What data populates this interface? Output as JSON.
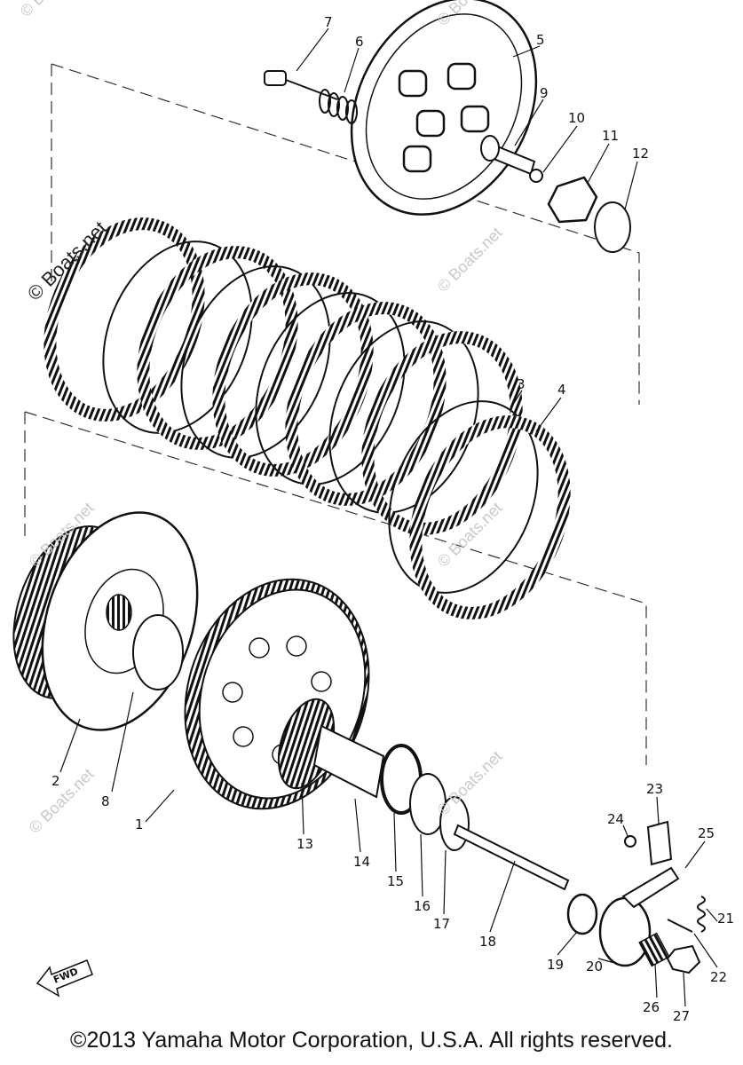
{
  "watermark": "© Boats.net",
  "fwd_label": "FWD",
  "callouts": [
    "1",
    "2",
    "3",
    "4",
    "5",
    "6",
    "7",
    "8",
    "9",
    "10",
    "11",
    "12",
    "13",
    "14",
    "15",
    "16",
    "17",
    "18",
    "19",
    "20",
    "21",
    "22",
    "23",
    "24",
    "25",
    "26",
    "27"
  ],
  "footer": "©2013 Yamaha Motor Corporation, U.S.A. All rights reserved."
}
